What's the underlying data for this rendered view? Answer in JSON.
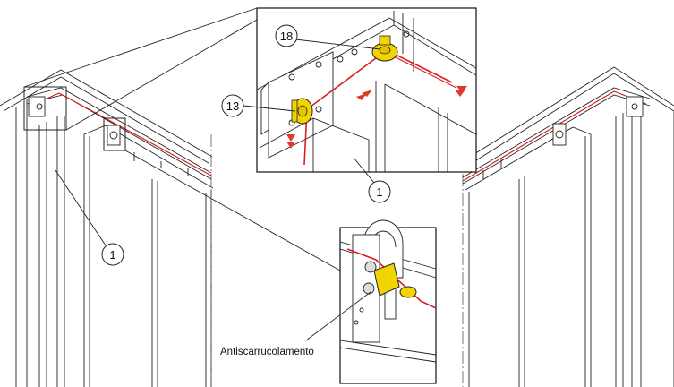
{
  "callouts": {
    "c18": "18",
    "c13": "13",
    "c1_inset": "1",
    "c1_main": "1"
  },
  "labels": {
    "anti_roll": "Antiscarrucolamento"
  },
  "colors": {
    "cable": "#d81e1e",
    "arrow": "#e0392b",
    "pulley": "#f2d500",
    "line": "#222222",
    "axis": "#555555"
  },
  "icons": [
    "direction-arrow-icon",
    "pulley-icon",
    "callout-bubble-icon"
  ]
}
